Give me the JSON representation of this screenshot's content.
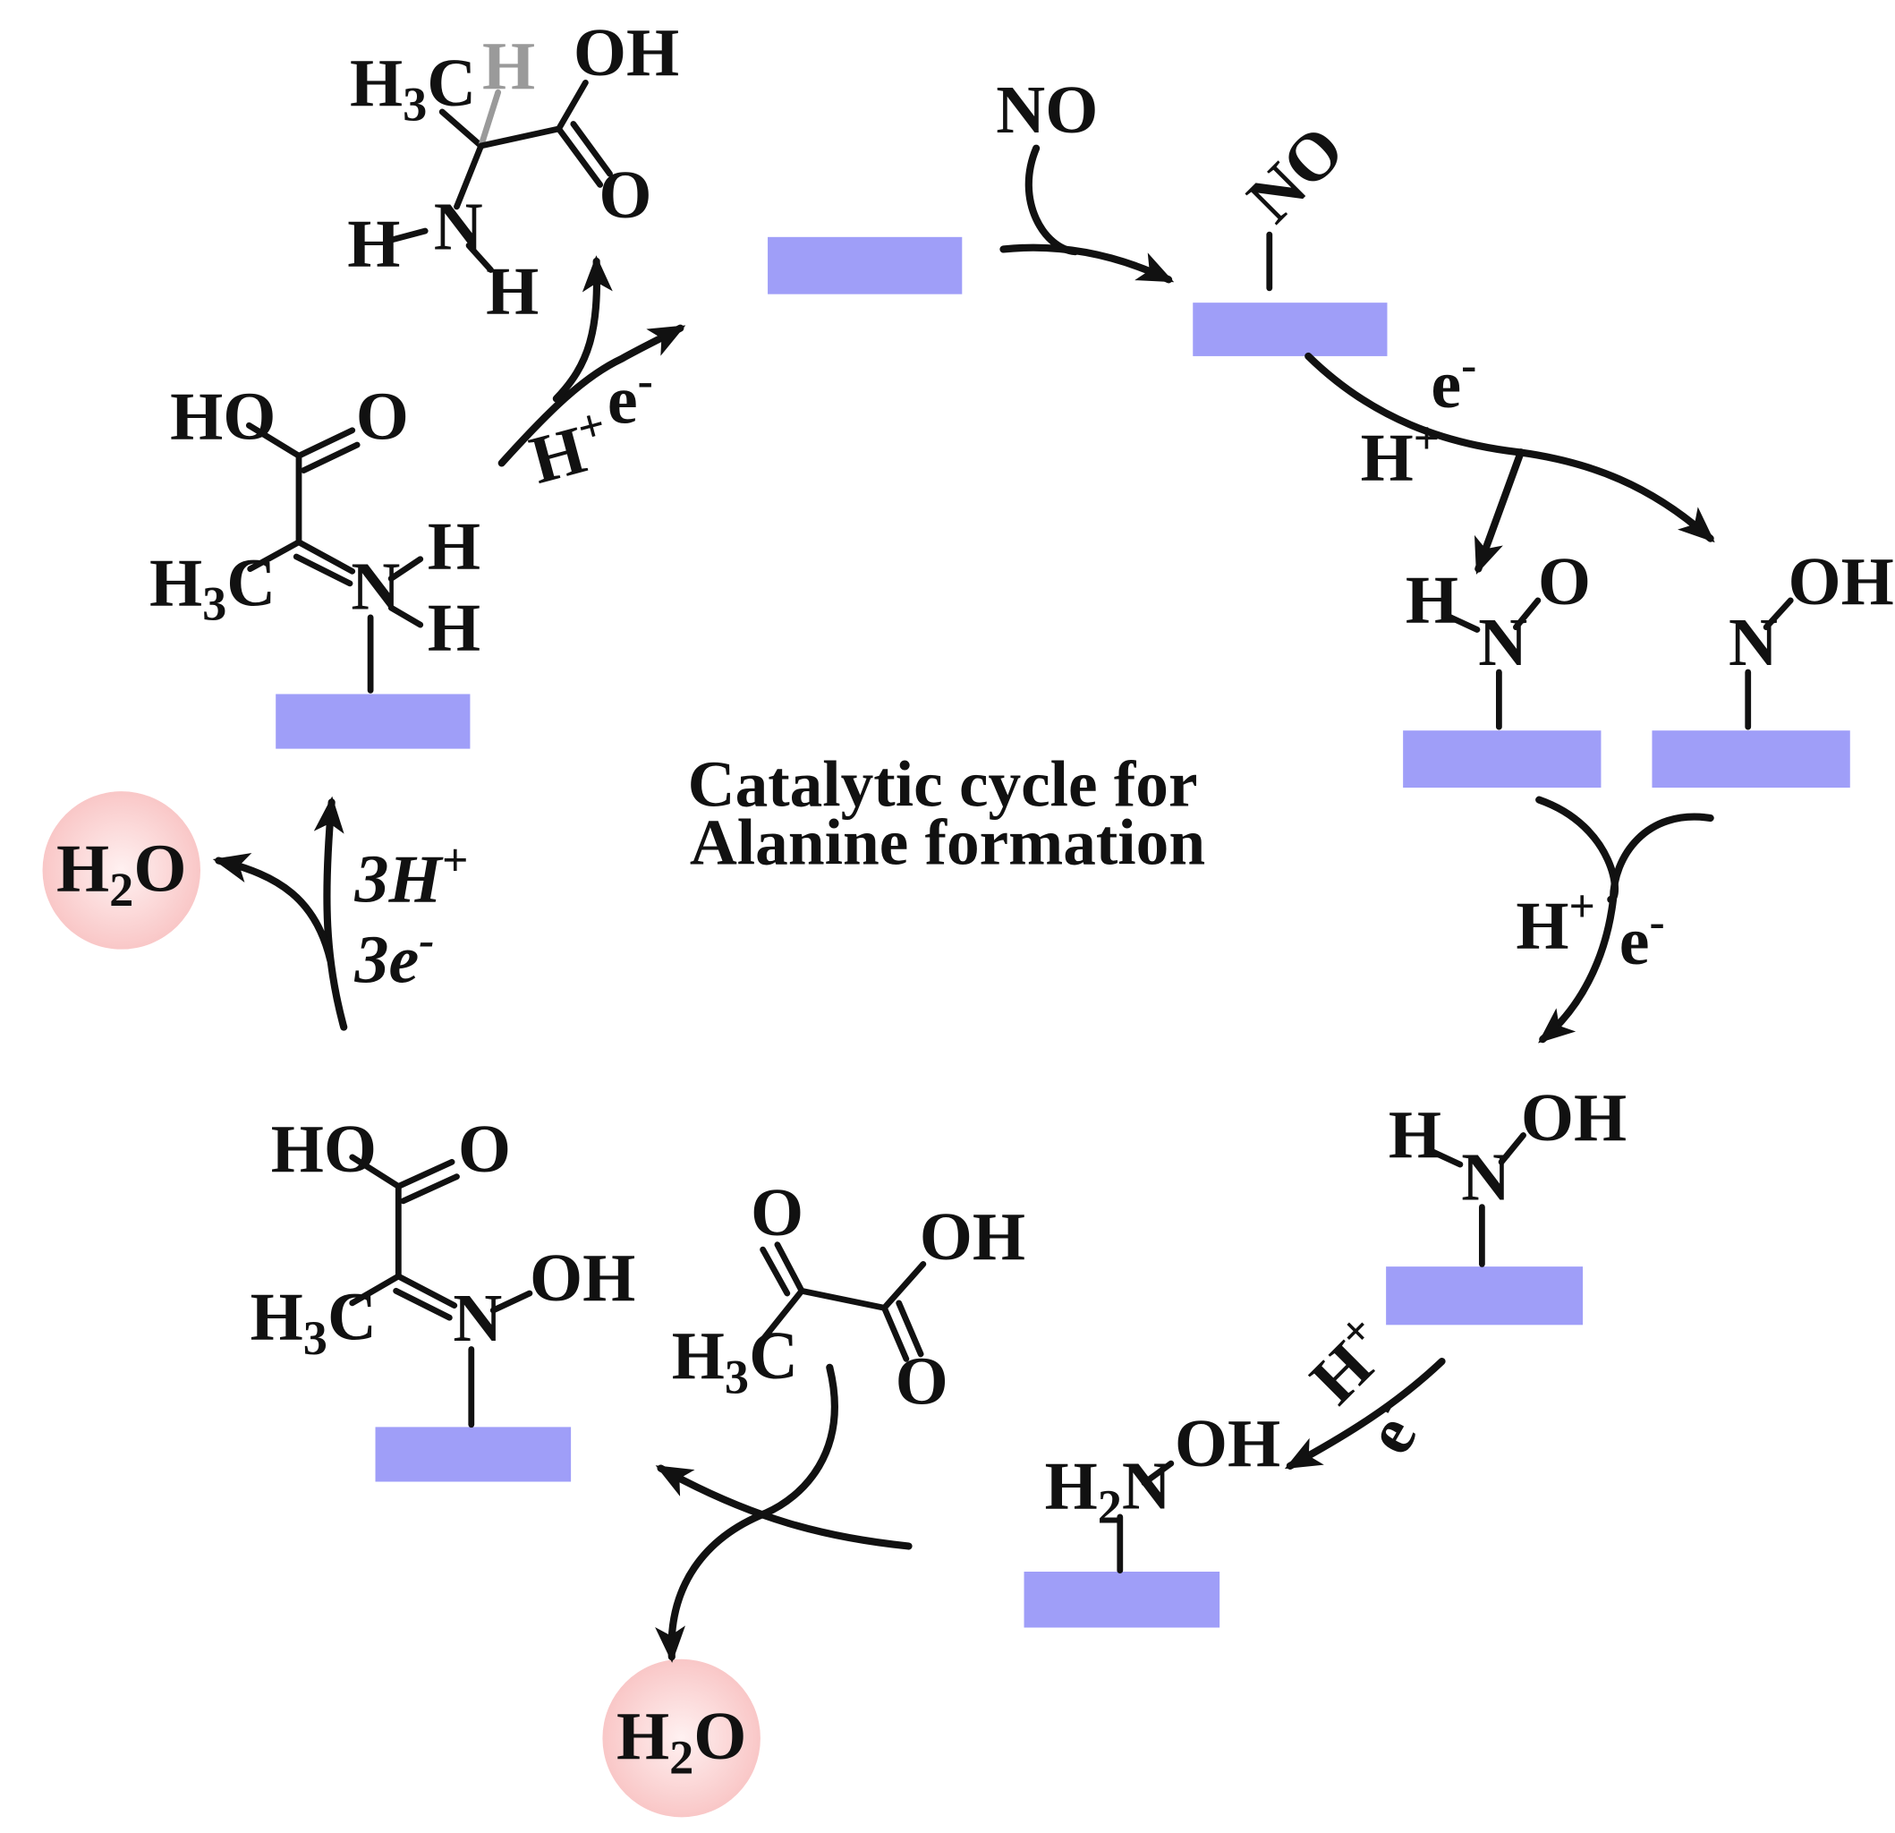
{
  "title": {
    "line1": "Catalytic cycle for",
    "line2": "Alanine formation"
  },
  "colors": {
    "surface": "#9f9ef8",
    "water_fill": "#f9c7c7",
    "water_center": "#fff1f1",
    "ink": "#111111",
    "stereo_h": "#9a9a9a"
  },
  "species": {
    "alanine": {
      "H3C_main": "H",
      "H3C_sub": "3",
      "H3C_tail": "C",
      "H_stereo": "H",
      "OH": "OH",
      "O": "O",
      "N": "N",
      "H_left": "H",
      "H_bottom": "H"
    },
    "no_gas": {
      "label": "NO"
    },
    "adsorbed_no": {
      "label": "NO"
    },
    "hno": {
      "H": "H",
      "N": "N",
      "O": "O"
    },
    "noh": {
      "N": "N",
      "OH": "OH"
    },
    "hnoh": {
      "H": "H",
      "N": "N",
      "OH": "OH"
    },
    "nh2oh": {
      "H2N_main": "H",
      "H2N_sub": "2",
      "H2N_tail": "N",
      "OH": "OH"
    },
    "pyruvic": {
      "O_top": "O",
      "OH": "OH",
      "H3C_main": "H",
      "H3C_sub": "3",
      "H3C_tail": "C",
      "O_bottom": "O"
    },
    "oxime": {
      "HO": "HO",
      "O": "O",
      "H3C_main": "H",
      "H3C_sub": "3",
      "H3C_tail": "C",
      "N": "N",
      "OH": "OH"
    },
    "imine": {
      "HO": "HO",
      "O": "O",
      "H3C_main": "H",
      "H3C_sub": "3",
      "H3C_tail": "C",
      "N": "N",
      "H_top": "H",
      "H_bottom": "H"
    }
  },
  "water": [
    {
      "main": "H",
      "sub": "2",
      "tail": "O"
    },
    {
      "main": "H",
      "sub": "2",
      "tail": "O"
    }
  ],
  "step_labels": {
    "step1": {
      "e_main": "e",
      "e_sup": "-",
      "h_main": "H",
      "h_sup": "+"
    },
    "step2": {
      "h_main": "H",
      "h_sup": "+",
      "e_main": "e",
      "e_sup": "-"
    },
    "step3": {
      "h_main": "H",
      "h_sup": "+",
      "e_main": "e",
      "e_sup": "-"
    },
    "step4": {
      "h_main": "3H",
      "h_sup": "+",
      "e_main": "3e",
      "e_sup": "-"
    },
    "step5": {
      "h_main": "H",
      "h_sup": "+",
      "e_main": "e",
      "e_sup": "-"
    }
  }
}
